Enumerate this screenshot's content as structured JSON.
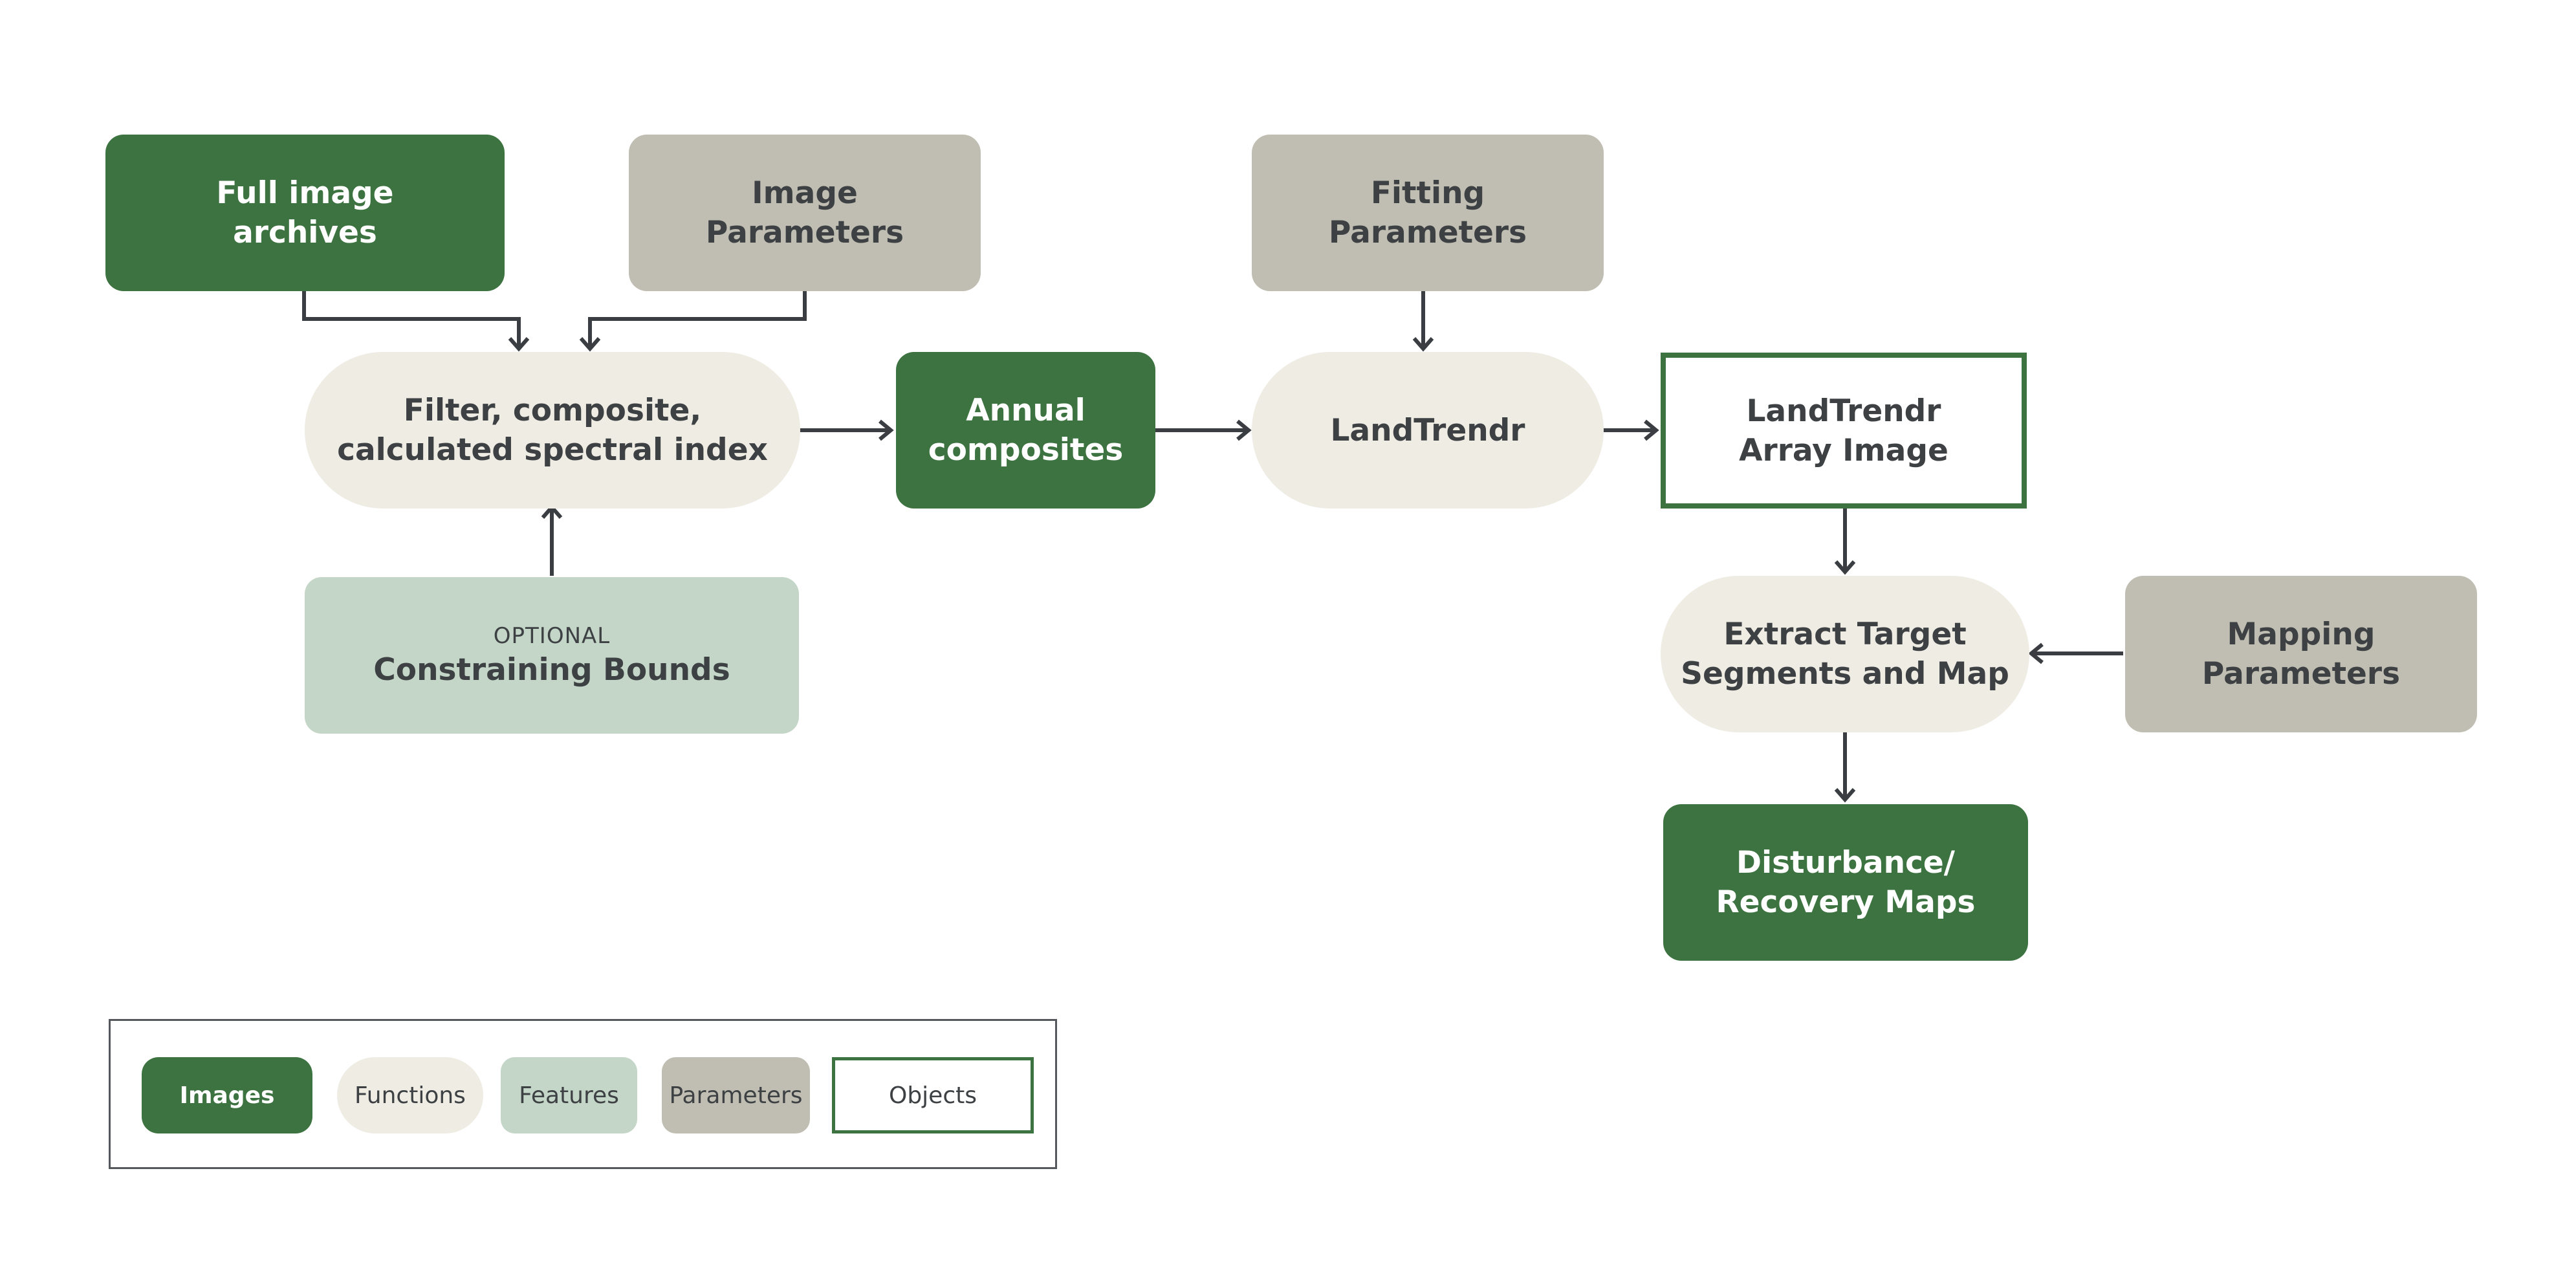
{
  "nodes": {
    "full_image_archives": {
      "lines": [
        "Full image",
        "archives"
      ],
      "kind": "image"
    },
    "image_parameters": {
      "lines": [
        "Image",
        "Parameters"
      ],
      "kind": "parameter"
    },
    "fitting_parameters": {
      "lines": [
        "Fitting",
        "Parameters"
      ],
      "kind": "parameter"
    },
    "filter_composite": {
      "lines": [
        "Filter, composite,",
        "calculated spectral index"
      ],
      "kind": "function"
    },
    "annual_composites": {
      "lines": [
        "Annual",
        "composites"
      ],
      "kind": "image"
    },
    "landtrendr": {
      "lines": [
        "LandTrendr"
      ],
      "kind": "function"
    },
    "landtrendr_array_image": {
      "lines": [
        "LandTrendr",
        "Array Image"
      ],
      "kind": "object"
    },
    "constraining_bounds": {
      "tag": "OPTIONAL",
      "lines": [
        "Constraining Bounds"
      ],
      "kind": "feature"
    },
    "extract_target_segments": {
      "lines": [
        "Extract Target",
        "Segments and Map"
      ],
      "kind": "function"
    },
    "mapping_parameters": {
      "lines": [
        "Mapping",
        "Parameters"
      ],
      "kind": "parameter"
    },
    "disturbance_recovery_maps": {
      "lines": [
        "Disturbance/",
        "Recovery Maps"
      ],
      "kind": "image"
    }
  },
  "edges": [
    {
      "from": "full_image_archives",
      "to": "filter_composite"
    },
    {
      "from": "image_parameters",
      "to": "filter_composite"
    },
    {
      "from": "constraining_bounds",
      "to": "filter_composite"
    },
    {
      "from": "filter_composite",
      "to": "annual_composites"
    },
    {
      "from": "annual_composites",
      "to": "landtrendr"
    },
    {
      "from": "fitting_parameters",
      "to": "landtrendr"
    },
    {
      "from": "landtrendr",
      "to": "landtrendr_array_image"
    },
    {
      "from": "landtrendr_array_image",
      "to": "extract_target_segments"
    },
    {
      "from": "mapping_parameters",
      "to": "extract_target_segments"
    },
    {
      "from": "extract_target_segments",
      "to": "disturbance_recovery_maps"
    }
  ],
  "legend": {
    "images": "Images",
    "functions": "Functions",
    "features": "Features",
    "parameters": "Parameters",
    "objects": "Objects"
  },
  "colors": {
    "image": "#3c7340",
    "function": "#efece4",
    "feature": "#c4d6c7",
    "parameter": "#c0beb2",
    "object_border": "#3c7340",
    "arrow": "#3a3d42"
  }
}
